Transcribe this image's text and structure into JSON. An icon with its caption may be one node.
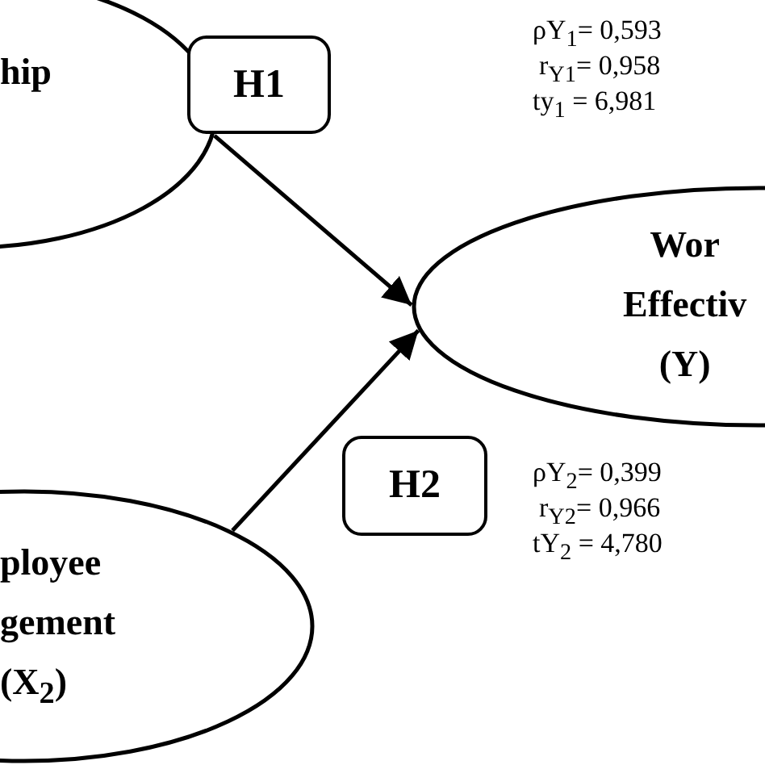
{
  "diagram": {
    "nodes": [
      {
        "text": [
          "hip"
        ]
      },
      {
        "text": [
          "H1"
        ]
      },
      {
        "text": [
          "Wor Effectiv (Y)"
        ]
      },
      {
        "text": [
          "H2"
        ]
      },
      {
        "text": [
          "ployee gement (X$_{2}$)"
        ]
      }
    ],
    "edges": [
      {
        "from": 0,
        "to": 2,
        "arrow": "to"
      },
      {
        "from": 4,
        "to": 2,
        "arrow": "to"
      }
    ],
    "labels": [
      "ρY$_{1}$= 0,593",
      "r$_{Y1}$= 0,958",
      "ty$_{1}$ = 6,981",
      "ρY$_{2}$= 0,399",
      "r$_{Y2}$= 0,966",
      "tY$_{2}$ = 4,780"
    ]
  }
}
